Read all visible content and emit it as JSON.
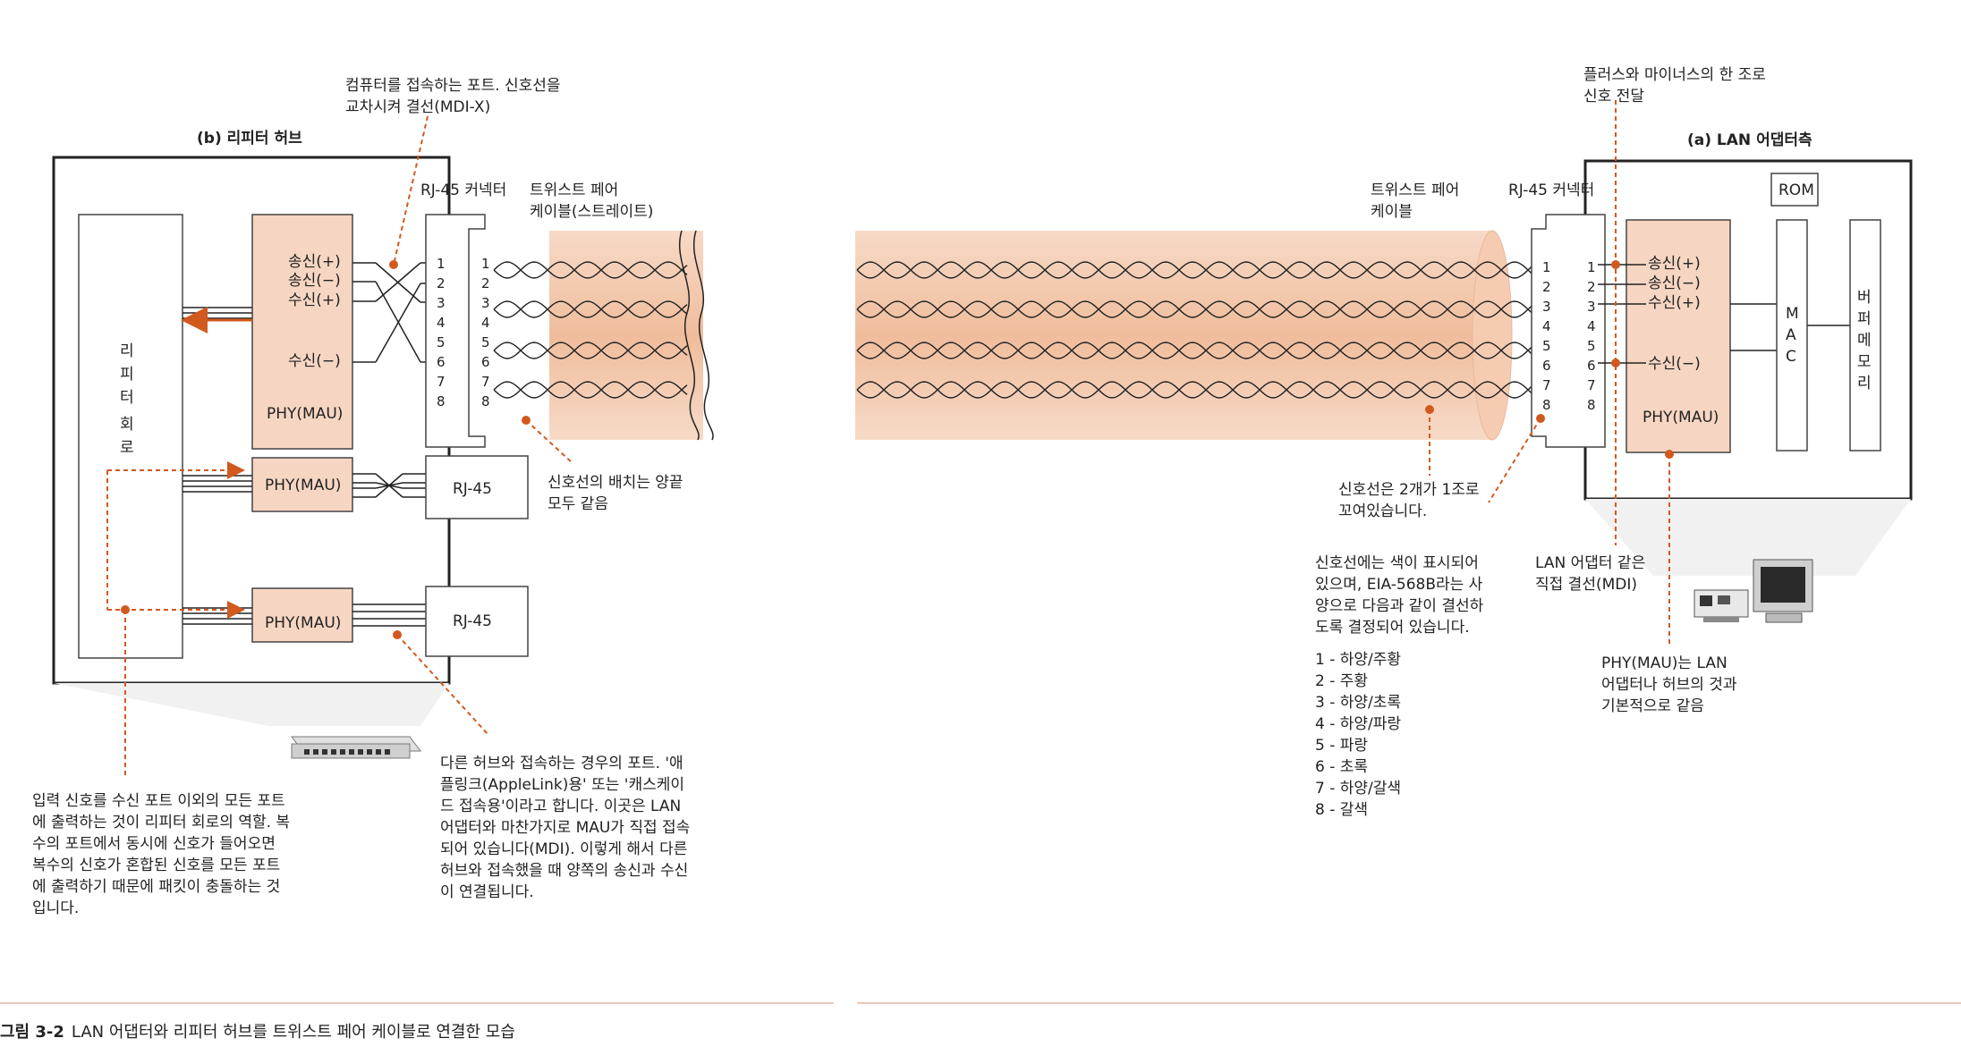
{
  "caption": {
    "number": "그림 3-2",
    "text": "LAN 어댑터와 리피터 허브를 트위스트 페어 케이블로 연결한 모습"
  },
  "hub": {
    "title": "(b) 리피터 허브",
    "repeater_circuit": [
      "리",
      "피",
      "터",
      "회",
      "로"
    ],
    "phy": "PHY(MAU)",
    "signals": [
      "송신(+)",
      "송신(−)",
      "수신(+)",
      "수신(−)"
    ],
    "rj45_connector_label": "RJ-45 커넥터",
    "rj45_port": "RJ-45",
    "pins": [
      "1",
      "2",
      "3",
      "4",
      "5",
      "6",
      "7",
      "8"
    ]
  },
  "adapter": {
    "title": "(a) LAN 어댑터측",
    "phy": "PHY(MAU)",
    "signals": [
      "송신(+)",
      "송신(−)",
      "수신(+)",
      "수신(−)"
    ],
    "rj45_connector_label": "RJ-45 커넥터",
    "rom": "ROM",
    "mac": [
      "M",
      "A",
      "C"
    ],
    "buffer": [
      "버",
      "퍼",
      "메",
      "모",
      "리"
    ],
    "pins": [
      "1",
      "2",
      "3",
      "4",
      "5",
      "6",
      "7",
      "8"
    ]
  },
  "cable": {
    "left_label": [
      "트위스트 페어",
      "케이블(스트레이트)"
    ],
    "right_label": [
      "트위스트 페어",
      "케이블"
    ]
  },
  "notes": {
    "mdix": "컴퓨터를 접속하는 포트. 신호선을\n교차시켜 결선(MDI-X)",
    "same_pins": "신호선의 배치는 양끝\n모두 같음",
    "repeater": "입력 신호를 수신 포트 이외의 모든 포트\n에 출력하는 것이 리피터 회로의 역할. 복\n수의 포트에서 동시에 신호가 들어오면\n복수의 신호가 혼합된 신호를 모든 포트\n에 출력하기 때문에 패킷이 충돌하는 것\n입니다.",
    "uplink": "다른 허브와 접속하는 경우의 포트. '애\n플링크(AppleLink)용' 또는 '캐스케이\n드 접속용'이라고 합니다. 이곳은 LAN\n어댑터와 마찬가지로 MAU가 직접 접속\n되어 있습니다(MDI). 이렇게 해서 다른\n허브와 접속했을 때 양쪽의 송신과 수신\n이 연결됩니다.",
    "pairs": "신호선은 2개가 1조로\n꼬여있습니다.",
    "colors_intro": "신호선에는 색이 표시되어\n있으며, EIA-568B라는 사\n양으로 다음과 같이 결선하\n도록 결정되어 있습니다.",
    "color_list": [
      "1 - 하양/주황",
      "2 - 주황",
      "3 - 하양/초록",
      "4 - 하양/파랑",
      "5 - 파랑",
      "6 - 초록",
      "7 - 하양/갈색",
      "8 - 갈색"
    ],
    "plus_minus": "플러스와 마이너스의 한 조로\n신호 전달",
    "mdi": "LAN 어댑터 같은\n직접 결선(MDI)",
    "phy_same": "PHY(MAU)는 LAN\n어댑터나 허브의 것과\n기본적으로 같음"
  },
  "colors": {
    "accent": "#d2591e",
    "phy_fill": "#f6d6c2",
    "cable_fill": "#f3c9ae"
  }
}
